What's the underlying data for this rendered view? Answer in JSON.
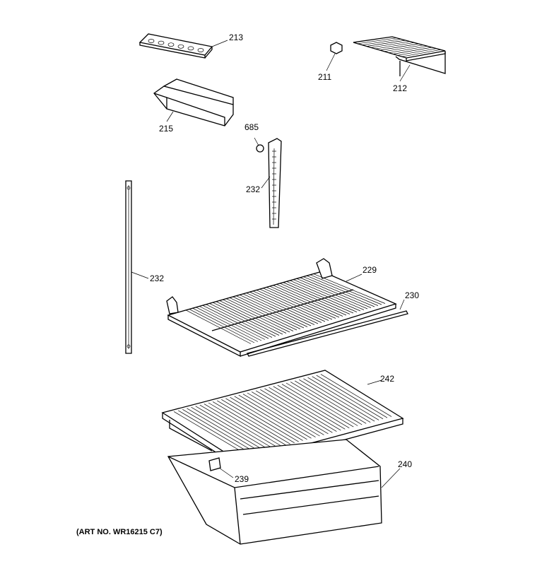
{
  "parts": {
    "p213": "213",
    "p211": "211",
    "p212": "212",
    "p215": "215",
    "p685": "685",
    "p232a": "232",
    "p232b": "232",
    "p229": "229",
    "p230": "230",
    "p242": "242",
    "p240": "240",
    "p239": "239"
  },
  "caption": "(ART NO. WR16215 C7)"
}
